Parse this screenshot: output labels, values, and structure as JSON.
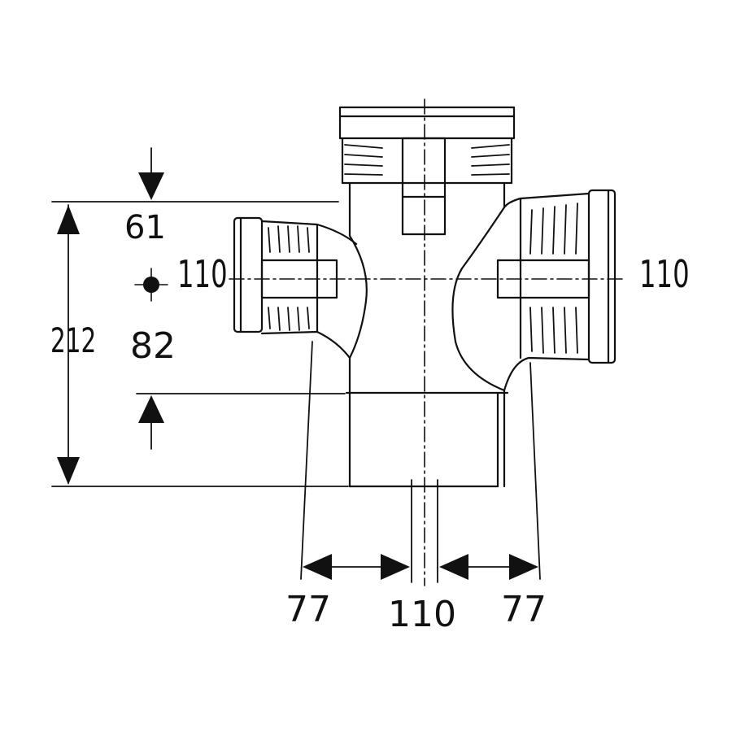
{
  "drawing": {
    "dimensions": {
      "top_offset": "61",
      "left_branch_dia": "110",
      "right_branch_dia": "110",
      "branch_inner": "82",
      "total_height": "212",
      "left_width": "77",
      "main_dia": "110",
      "right_width": "77"
    },
    "colors": {
      "line": "#111111",
      "background": "#ffffff"
    }
  }
}
